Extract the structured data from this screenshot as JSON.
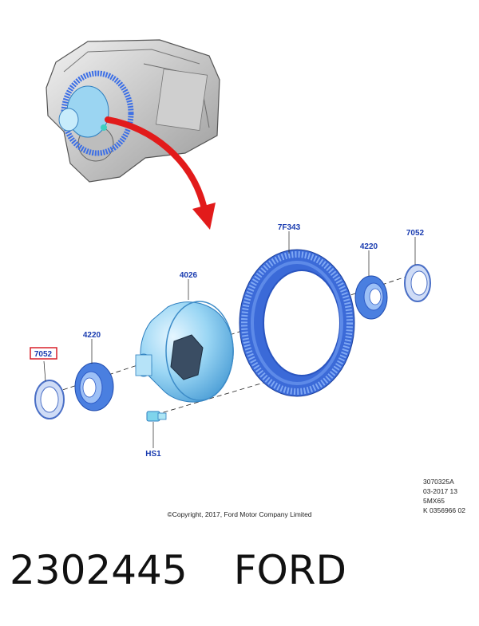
{
  "callouts": {
    "gear": "7F343",
    "bearing_right": "4220",
    "seal_right": "7052",
    "case": "4026",
    "bearing_left": "4220",
    "seal_left": "7052",
    "sensor": "HS1"
  },
  "ref_code": [
    "3070325A",
    "03-2017 13",
    "5MX65",
    "K 0356966 02"
  ],
  "copyright": "©Copyright, 2017, Ford Motor Company Limited",
  "part_number": "2302445",
  "brand": "FORD",
  "colors": {
    "part_blue": "#4a7fe0",
    "case_cyan": "#8ccff0",
    "arrow_red": "#e21b1b",
    "callout_blue": "#1a3cb0",
    "highlight_box": "#d8202a"
  }
}
